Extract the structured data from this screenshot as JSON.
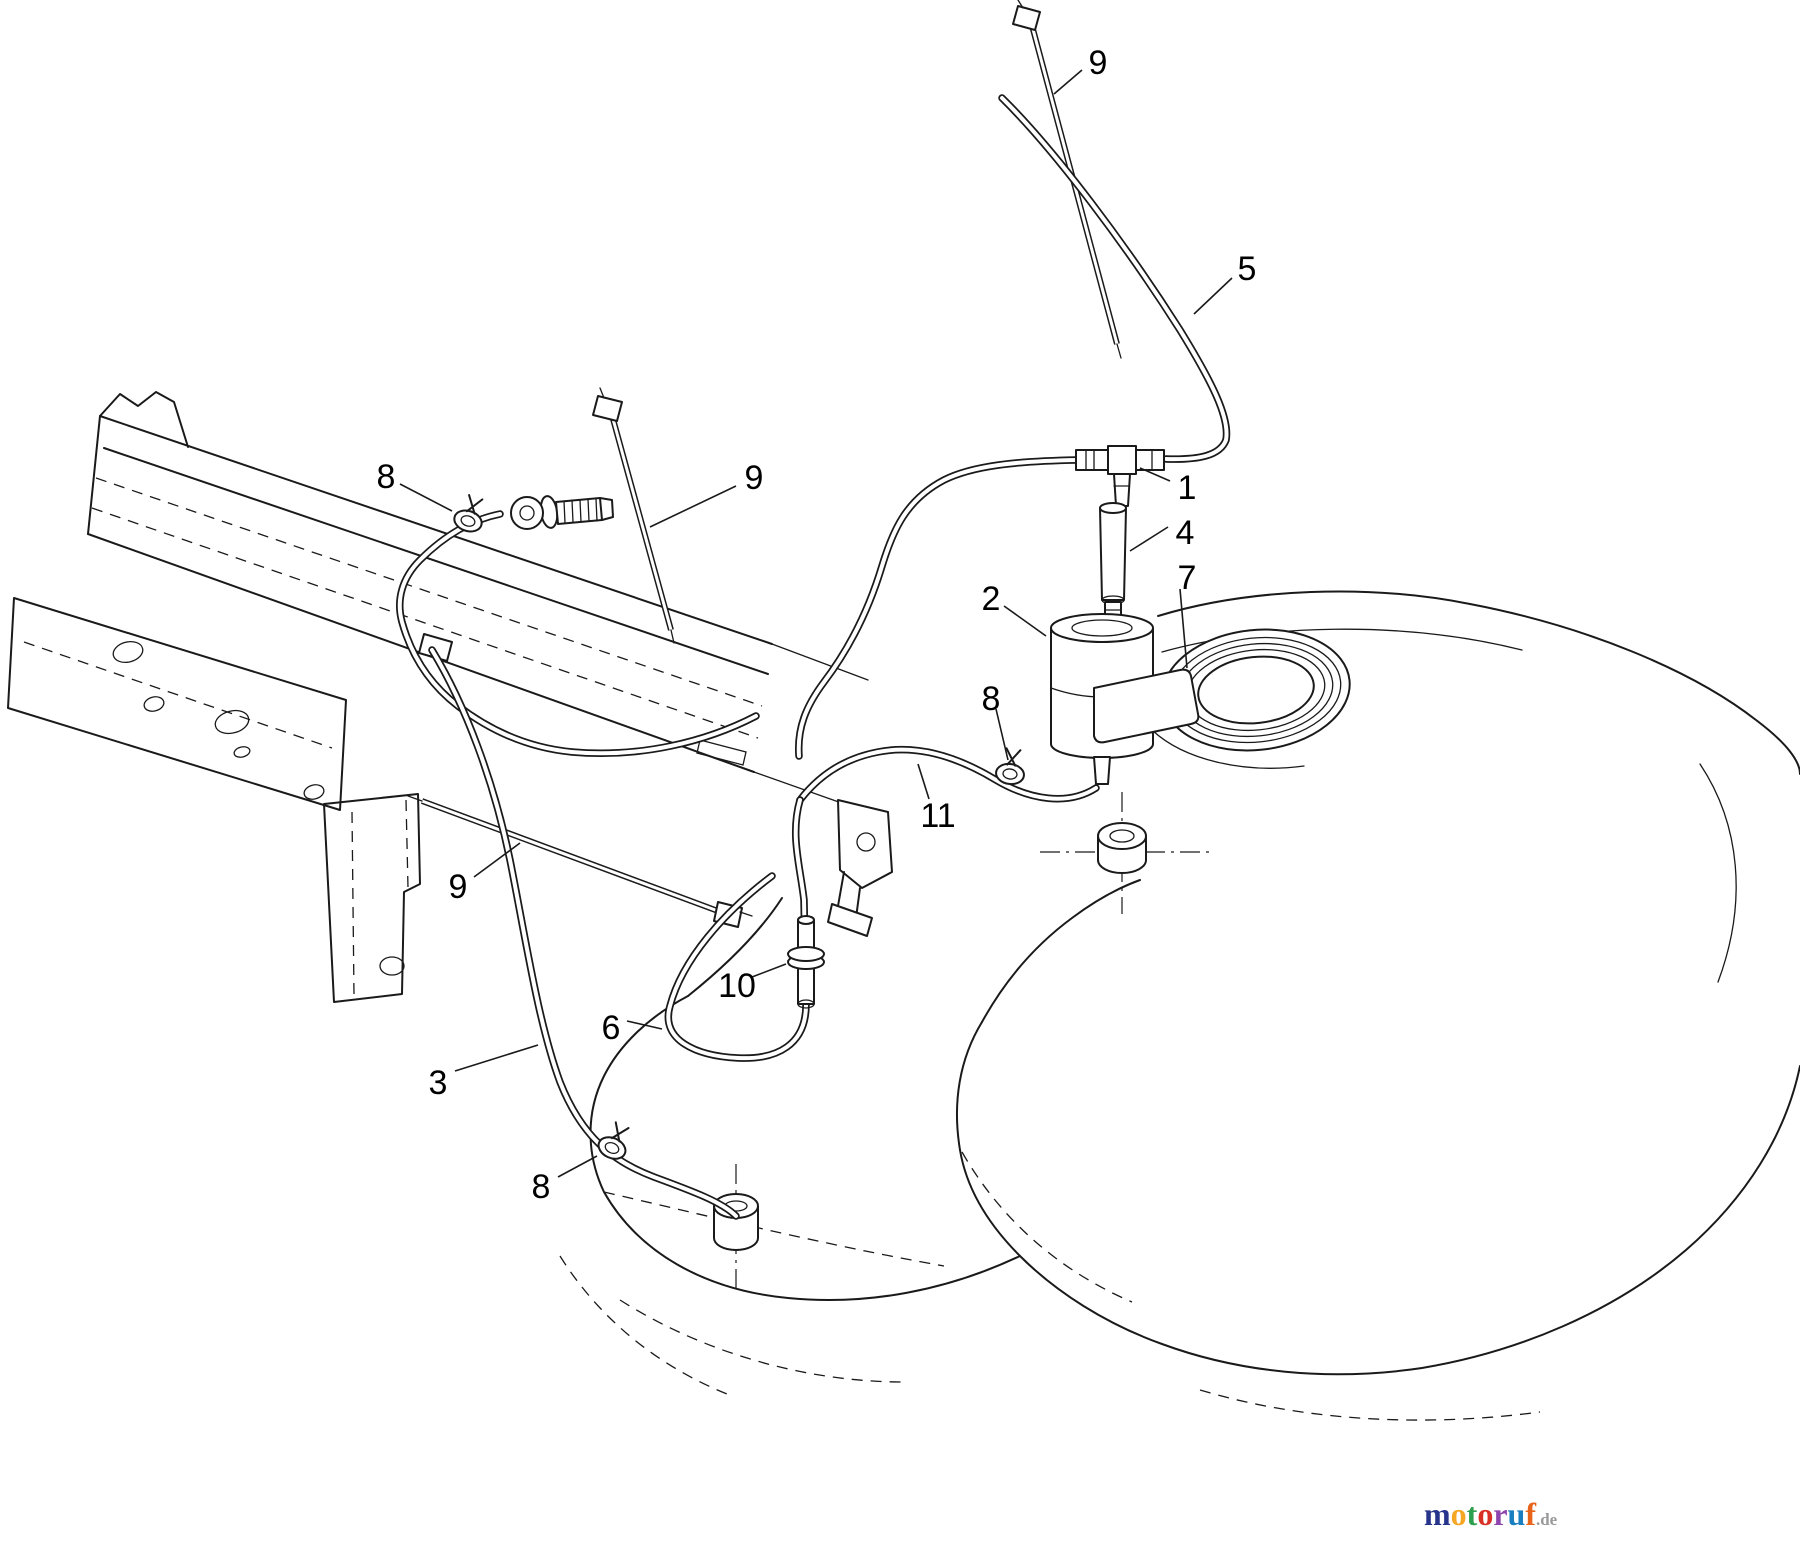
{
  "page": {
    "background": "#ffffff",
    "line_color": "#1a1a1a"
  },
  "diagram": {
    "type": "parts-diagram",
    "description": "Fuel line routing exploded parts diagram with numbered callouts",
    "callouts": [
      {
        "label": "9"
      },
      {
        "label": "5"
      },
      {
        "label": "1"
      },
      {
        "label": "4"
      },
      {
        "label": "7"
      },
      {
        "label": "2"
      },
      {
        "label": "8"
      },
      {
        "label": "9"
      },
      {
        "label": "8"
      },
      {
        "label": "11"
      },
      {
        "label": "9"
      },
      {
        "label": "10"
      },
      {
        "label": "6"
      },
      {
        "label": "3"
      },
      {
        "label": "8"
      }
    ]
  },
  "logo": {
    "name": "motoruf.de",
    "letters": [
      {
        "ch": "m",
        "style": "color:#27348b"
      },
      {
        "ch": "o",
        "style": "color:#f5a623"
      },
      {
        "ch": "t",
        "style": "color:#2e9e4f"
      },
      {
        "ch": "o",
        "style": "color:#d93025"
      },
      {
        "ch": "r",
        "style": "color:#8e44ad"
      },
      {
        "ch": "u",
        "style": "color:#1a7fc1"
      },
      {
        "ch": "f",
        "style": "color:#e8641b"
      }
    ],
    "suffix": ".de"
  }
}
